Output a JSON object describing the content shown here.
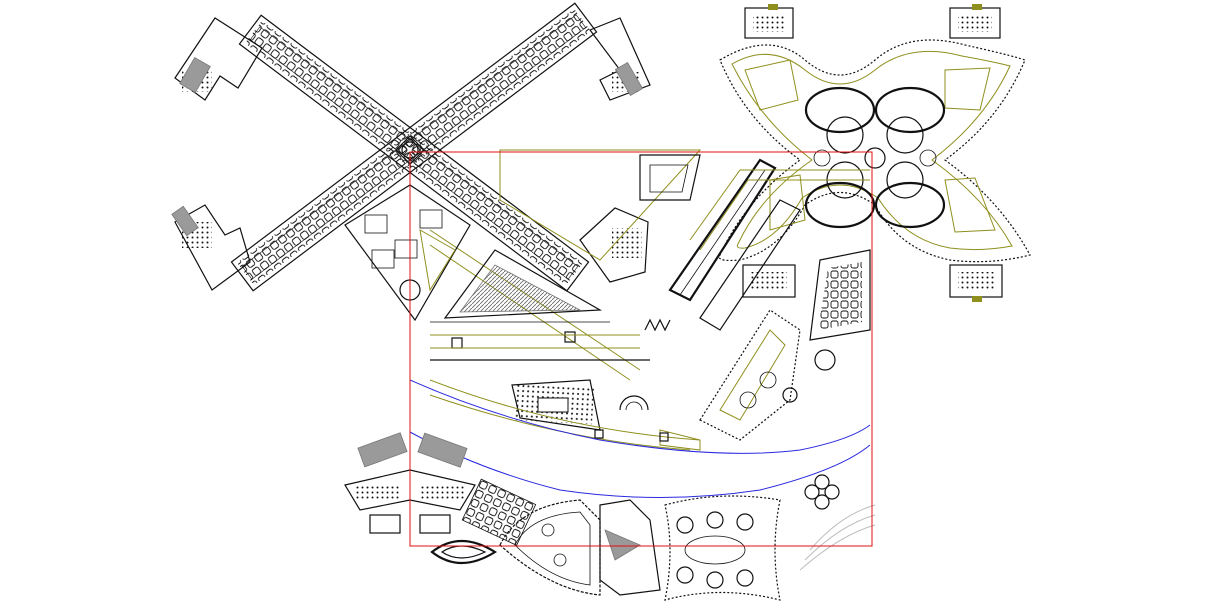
{
  "drawing": {
    "background": "#ffffff",
    "colors": {
      "linework": "#111111",
      "landscape": "#8f8f1e",
      "river": "#2a2ae0",
      "frame": "#e01010",
      "hatch": "#9a9a9a"
    },
    "layers": [
      "x-shaped-building",
      "butterfly-palace",
      "central-site",
      "river-banks",
      "riverside-buildings",
      "viewport-frame"
    ]
  }
}
